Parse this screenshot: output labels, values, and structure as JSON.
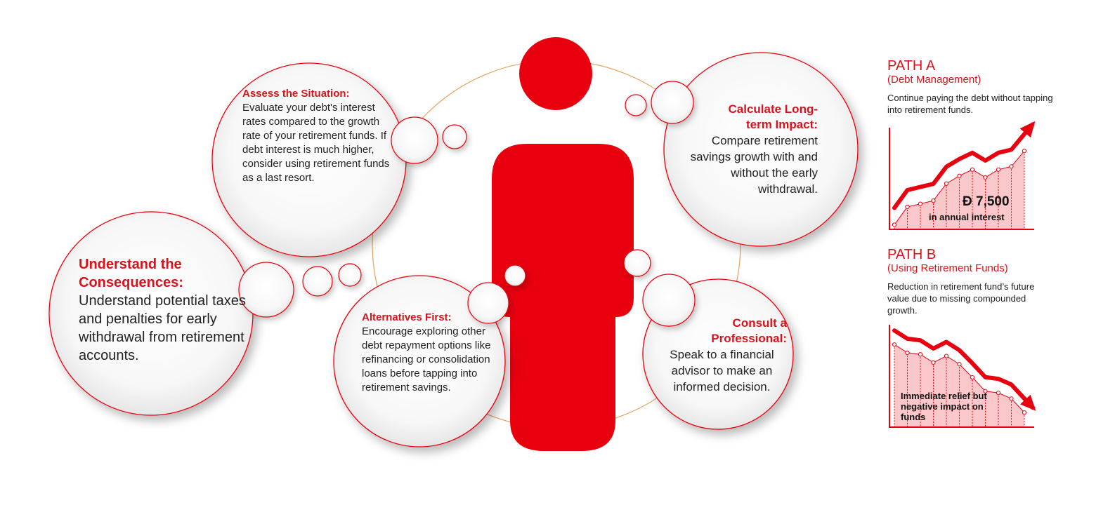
{
  "bubbles": {
    "assess": {
      "title": "Assess the Situation:",
      "body": "Evaluate your debt's interest rates compared to the growth rate of your retirement funds. If debt interest is much higher, consider using retirement funds as a last resort."
    },
    "understand": {
      "title": "Understand the Consequences:",
      "body": "Understand potential taxes and penalties for early withdrawal from retirement accounts."
    },
    "alternatives": {
      "title": "Alternatives First:",
      "body": "Encourage exploring other debt repayment options like refinancing or consolidation loans before tapping into retirement savings."
    },
    "calculate": {
      "title": "Calculate Long-term Impact:",
      "body": "Compare retirement savings growth with and without the early withdrawal."
    },
    "consult": {
      "title": "Consult a Professional:",
      "body": "Speak to a financial advisor to make an informed decision."
    }
  },
  "paths": {
    "a": {
      "label": "PATH A",
      "sub": "(Debt Management)",
      "desc": "Continue paying the debt without tapping into retirement funds.",
      "amount": "Ð 7,500",
      "amount_caption": "in annual interest"
    },
    "b": {
      "label": "PATH B",
      "sub": "(Using Retirement Funds)",
      "desc": "Reduction in retirement fund’s future value due to missing compounded growth.",
      "caption": "Immediate relief but negative impact on funds"
    }
  },
  "colors": {
    "accent": "#e8000f",
    "title_red": "#d9121b",
    "ring": "#e2a35c"
  },
  "chart_data": [
    {
      "type": "area",
      "trend": "up",
      "values": [
        5,
        28,
        32,
        36,
        58,
        68,
        76,
        66,
        76,
        80,
        100
      ],
      "ylim": [
        0,
        130
      ]
    },
    {
      "type": "area",
      "trend": "down",
      "values": [
        100,
        90,
        88,
        78,
        86,
        76,
        60,
        43,
        41,
        34,
        17
      ],
      "ylim": [
        0,
        125
      ]
    }
  ]
}
